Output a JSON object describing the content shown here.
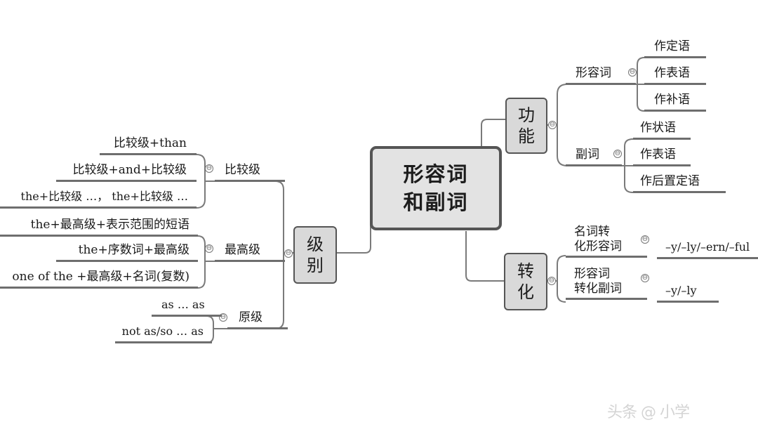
{
  "central": {
    "line1": "形容词",
    "line2": "和副词"
  },
  "branches": {
    "gongneng": {
      "label": [
        "功",
        "能"
      ],
      "xingrongci": {
        "label": "形容词",
        "items": [
          "作定语",
          "作表语",
          "作补语"
        ]
      },
      "fuci": {
        "label": "副词",
        "items": [
          "作状语",
          "作表语",
          "作后置定语"
        ]
      }
    },
    "zhuanhua": {
      "label": [
        "转",
        "化"
      ],
      "mingci": {
        "label": [
          "名词转",
          "化形容词"
        ],
        "value": "–y/–ly/–ern/–ful"
      },
      "xingrong": {
        "label": [
          "形容词",
          "转化副词"
        ],
        "value": "–y/–ly"
      }
    },
    "jibie": {
      "label": [
        "级",
        "别"
      ],
      "bijiaoji": {
        "label": "比较级",
        "items": [
          "比较级+than",
          "比较级+and+比较级",
          "the+比较级 …， the+比较级 …"
        ]
      },
      "zuigaoji": {
        "label": "最高级",
        "items": [
          "the+最高级+表示范围的短语",
          "the+序数词+最高级",
          "one of the +最高级+名词(复数)"
        ]
      },
      "yuanji": {
        "label": "原级",
        "items": [
          "as … as",
          "not as/so … as"
        ]
      }
    }
  },
  "collapse_symbol": "⊖",
  "watermark": "头条 @ 小学"
}
